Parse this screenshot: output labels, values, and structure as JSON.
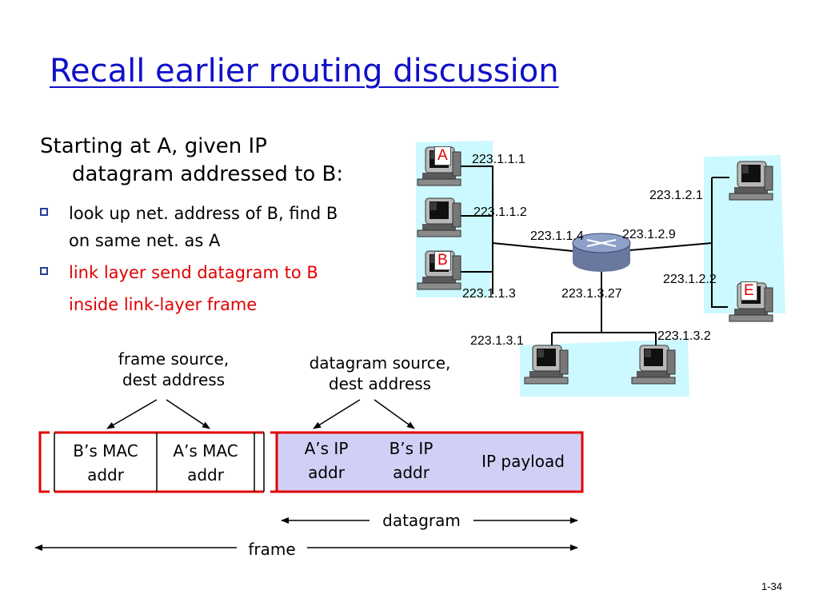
{
  "slide": {
    "title": "Recall earlier routing discussion",
    "intro_line1": "Starting at A, given IP",
    "intro_line2": "datagram addressed to B:",
    "bullets": [
      {
        "line1": "look up net. address of B, find B",
        "line2": "on same net. as A"
      },
      {
        "line1": "link layer send datagram to B",
        "line2": "inside link-layer frame"
      }
    ],
    "slide_number": "1-34"
  },
  "network": {
    "hosts": {
      "a": "A",
      "b": "B",
      "e": "E"
    },
    "addresses": {
      "a1": "223.1.1.1",
      "a2": "223.1.1.2",
      "router_left": "223.1.1.4",
      "router_right": "223.1.2.9",
      "b3": "223.1.1.3",
      "router_bottom": "223.1.3.27",
      "e_top": "223.1.2.1",
      "e_bottom": "223.1.2.2",
      "c1": "223.1.3.1",
      "c2": "223.1.3.2"
    }
  },
  "frame": {
    "frame_label_line1": "frame source,",
    "frame_label_line2": "dest address",
    "datagram_label_line1": "datagram source,",
    "datagram_label_line2": "dest address",
    "cells": {
      "b_mac_1": "B’s MAC",
      "b_mac_2": "addr",
      "a_mac_1": "A’s MAC",
      "a_mac_2": "addr",
      "a_ip_1": "A’s IP",
      "a_ip_2": "addr",
      "b_ip_1": "B’s IP",
      "b_ip_2": "addr",
      "payload": "IP payload"
    },
    "datagram_span": "datagram",
    "frame_span": "frame"
  },
  "colors": {
    "title": "#1010c8",
    "highlight": "#e00000",
    "subnet_fill": "#ccf9ff",
    "datagram_fill": "#d0d0f6",
    "frame_border": "#e00000"
  }
}
